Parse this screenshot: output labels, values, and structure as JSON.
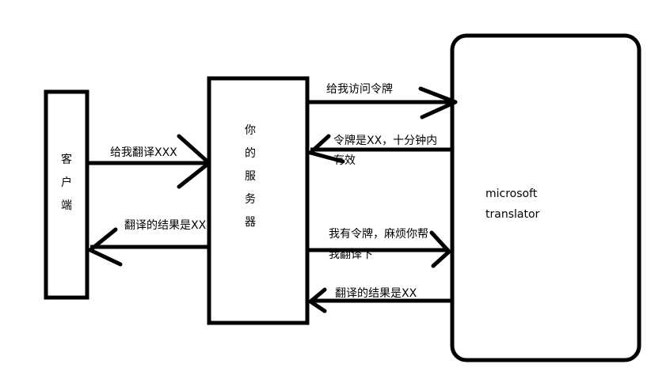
{
  "diagram": {
    "nodes": {
      "client": {
        "label": "客户端"
      },
      "server": {
        "label": "你的服务器"
      },
      "translator": {
        "label_line1": "microsoft",
        "label_line2": "translator"
      }
    },
    "edges": {
      "client_to_server": {
        "label": "给我翻译XXX"
      },
      "server_to_client": {
        "label": "翻译的结果是XX"
      },
      "server_to_translator_token": {
        "label": "给我访问令牌"
      },
      "translator_to_server_token": {
        "label_line1": "令牌是XX，十分钟内",
        "label_line2": "有效"
      },
      "server_to_translator_translate": {
        "label_line1": "我有令牌，麻烦你帮",
        "label_line2": "我翻译下"
      },
      "translator_to_server_result": {
        "label": "翻译的结果是XX"
      }
    },
    "stroke_color": "#000000"
  }
}
